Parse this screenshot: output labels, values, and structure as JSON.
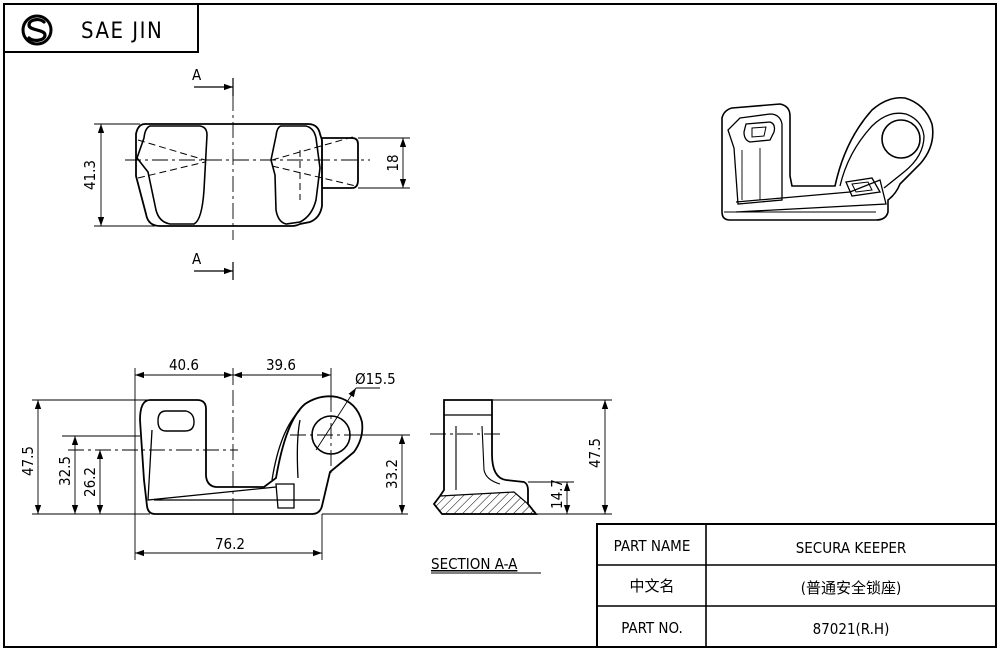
{
  "brand": {
    "logo_icon": "sae-jin-logo-icon",
    "name": "SAE JIN"
  },
  "views": {
    "top": {
      "section_marker_top": "A",
      "section_marker_bottom": "A",
      "dim_height": "41.3",
      "dim_stub": "18"
    },
    "front": {
      "dim_left_width": "40.6",
      "dim_right_width": "39.6",
      "dim_hole_diameter": "Ø15.5",
      "dim_total_height": "47.5",
      "dim_height_32": "32.5",
      "dim_height_26": "26.2",
      "dim_height_33": "33.2",
      "dim_total_width": "76.2"
    },
    "section": {
      "label": "SECTION A-A",
      "dim_height": "47.5",
      "dim_step": "14.7"
    }
  },
  "title_block": {
    "rows": [
      {
        "label": "PART NAME",
        "value": "SECURA KEEPER"
      },
      {
        "label": "中文名",
        "value": "(普通安全锁座)"
      },
      {
        "label": "PART NO.",
        "value": "87021(R.H)"
      }
    ]
  }
}
